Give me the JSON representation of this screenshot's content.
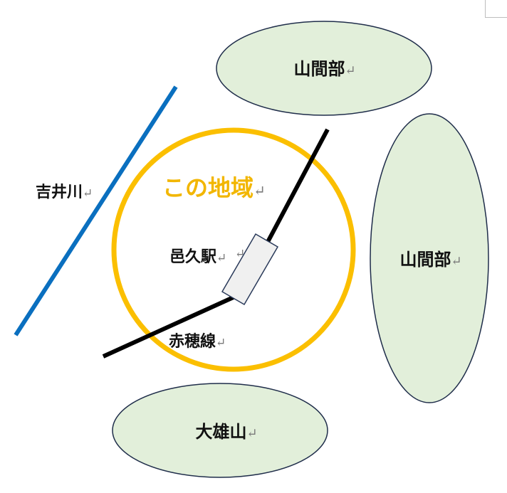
{
  "labels": {
    "mountain_top": "山間部",
    "mountain_right": "山間部",
    "mountain_bottom": "大雄山",
    "region": "この地域",
    "river": "吉井川",
    "station": "邑久駅",
    "railway": "赤穂線",
    "return_mark": "↵"
  },
  "colors": {
    "mountain_fill": "#e2efda",
    "mountain_stroke": "#1f2d4a",
    "region_circle": "#fbbf00",
    "region_text": "#f2b600",
    "river": "#0a6fbf",
    "railway": "#000000",
    "station_fill": "#f0f0f0",
    "station_stroke": "#2a3a5a"
  }
}
